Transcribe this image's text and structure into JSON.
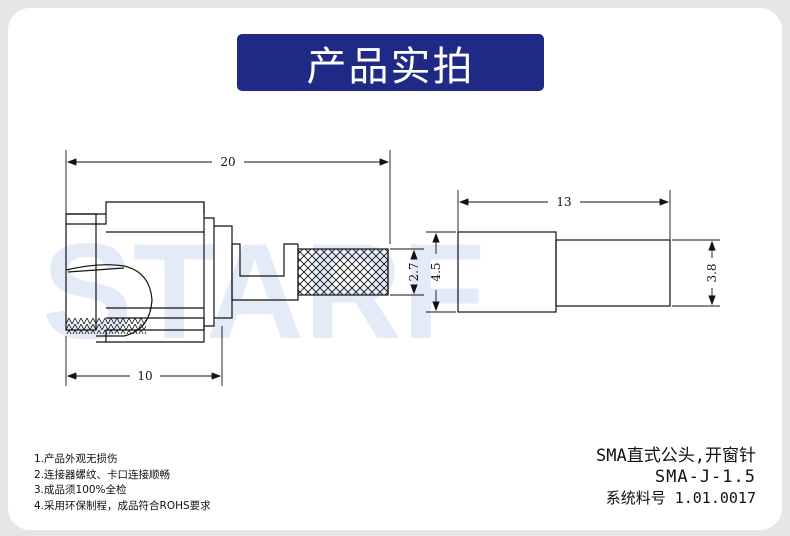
{
  "header": {
    "title": "产品实拍"
  },
  "watermark": {
    "text": "STARF",
    "color_blue": "#3b6fcf",
    "color_red": "#e63a2e"
  },
  "dimensions": {
    "overall_length": "20",
    "body_length": "10",
    "cap_length": "13",
    "pin_dia_a": "2.7",
    "pin_dia_b": "4.5",
    "cap_dia": "3.8"
  },
  "notes": [
    "1.产品外观无损伤",
    "2.连接器螺纹、卡口连接顺畅",
    "3.成品须100%全检",
    "4.采用环保制程，成品符合ROHS要求"
  ],
  "spec": {
    "name": "SMA直式公头,开窗针",
    "model": "SMA-J-1.5",
    "code": "系统料号 1.01.0017"
  },
  "colors": {
    "banner": "#1f2a86",
    "line": "#111111"
  }
}
